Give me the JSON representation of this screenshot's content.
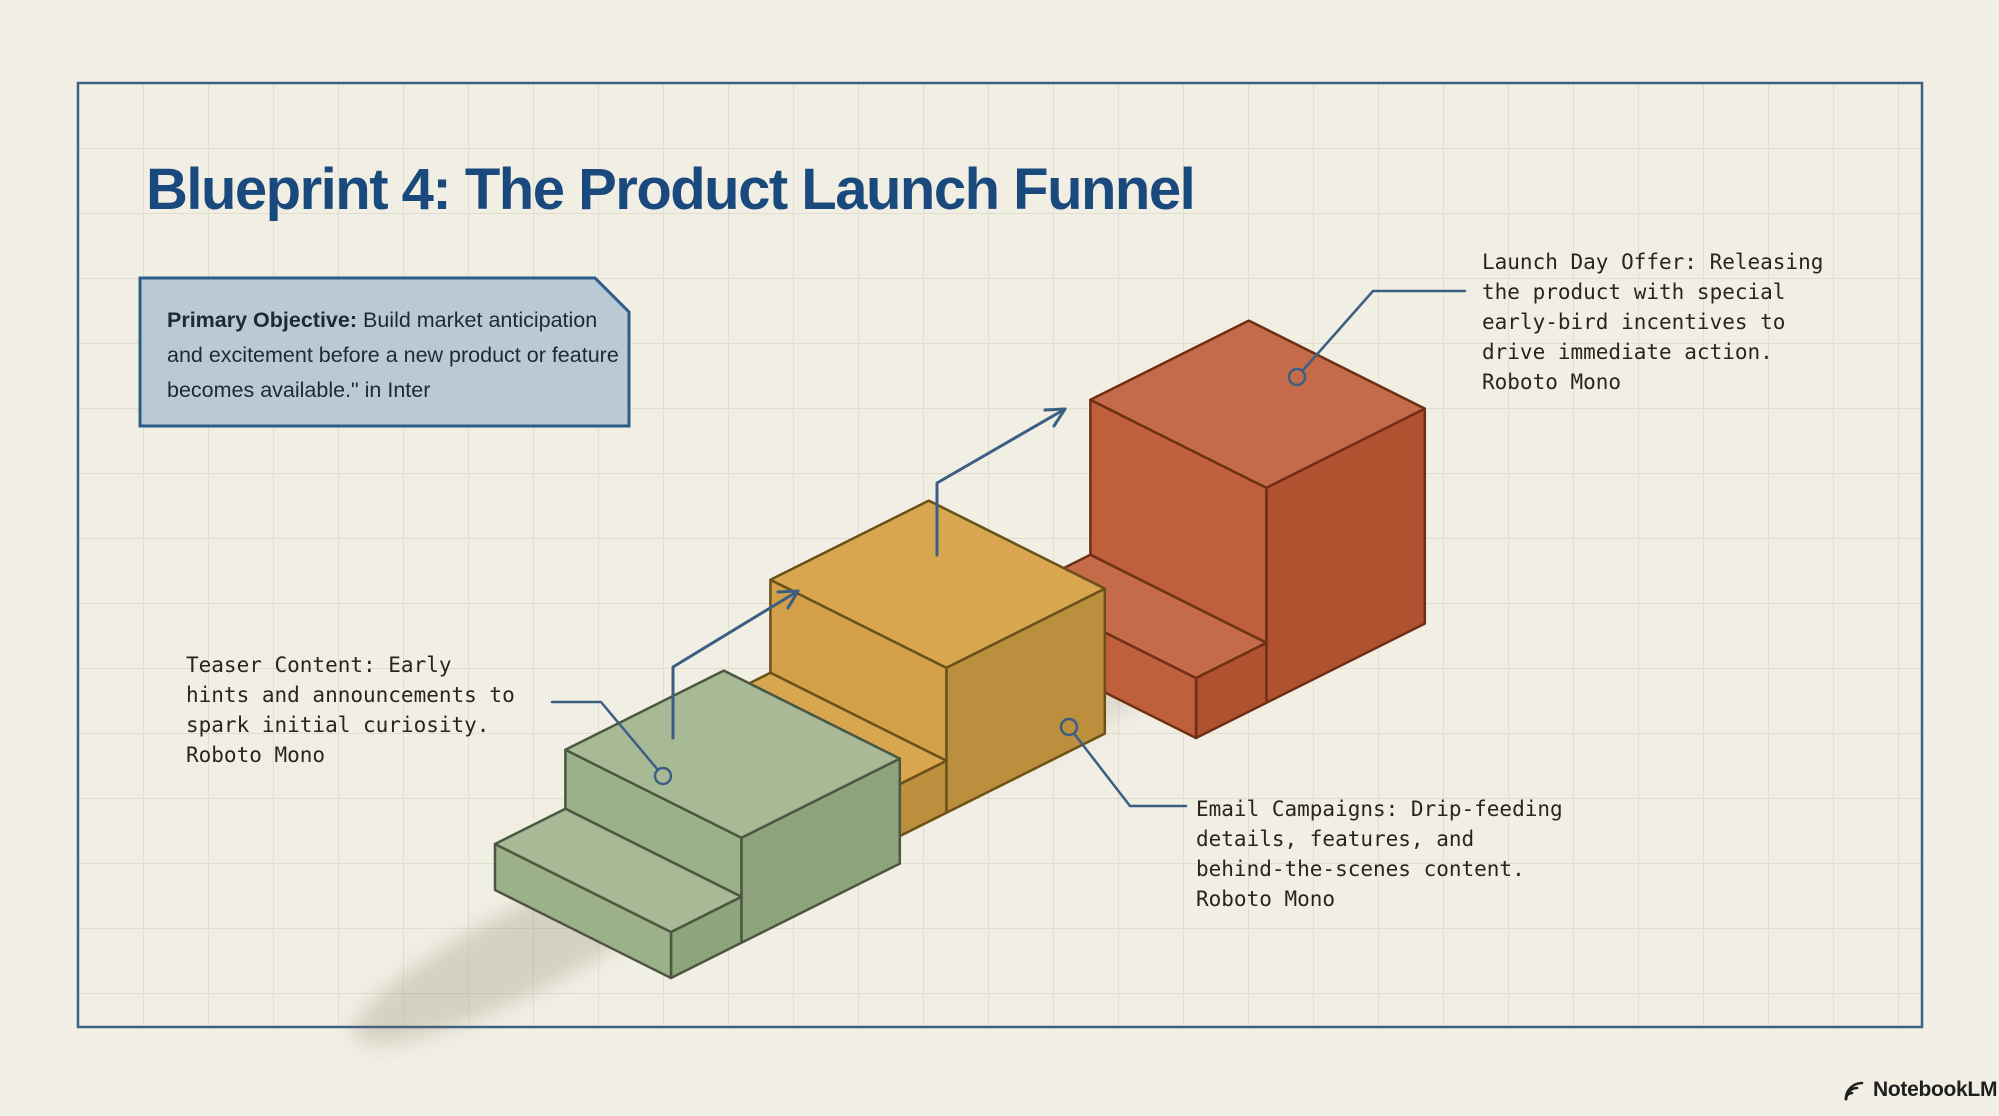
{
  "title": "Blueprint 4: The Product Launch Funnel",
  "objective": {
    "label": "Primary Objective:",
    "text": " Build market anticipation\nand excitement before a new product or feature\nbecomes available.\" in Inter"
  },
  "notes": {
    "teaser": "Teaser Content: Early\nhints and announcements to\nspark initial curiosity.\nRoboto Mono",
    "email": "Email Campaigns: Drip-feeding\ndetails, features, and\nbehind-the-scenes content.\nRoboto Mono",
    "launch": "Launch Day Offer: Releasing\nthe product with special\nearly-bird incentives to\ndrive immediate action.\nRoboto Mono"
  },
  "funnel": {
    "steps": [
      {
        "id": "teaser-content",
        "label": "Teaser Content",
        "colors": {
          "top": "#a8b996",
          "front": "#9cb189",
          "right": "#8fa47d",
          "outline": "#4a5741"
        }
      },
      {
        "id": "email-campaigns",
        "label": "Email Campaigns",
        "colors": {
          "top": "#d7a64f",
          "front": "#d2a049",
          "right": "#bb8f3e",
          "outline": "#6b5018"
        }
      },
      {
        "id": "launch-day-offer",
        "label": "Launch Day Offer",
        "colors": {
          "top": "#c56b4a",
          "front": "#c05f3b",
          "right": "#b05130",
          "outline": "#6e3014"
        }
      }
    ]
  },
  "watermark": "NotebookLM",
  "theme": {
    "background": "#f1eee3",
    "grid_line": "#d7d4c6",
    "frame": "#3c6285",
    "title_color": "#1a4a7d",
    "note_color": "#26261f",
    "connector": "#3b5f82",
    "objective_bg": "#b7c6d3",
    "objective_border": "#2d5d86",
    "objective_text": "#1d2a35",
    "watermark_color": "#1f1f1f",
    "shadow": "#6f6a58"
  }
}
